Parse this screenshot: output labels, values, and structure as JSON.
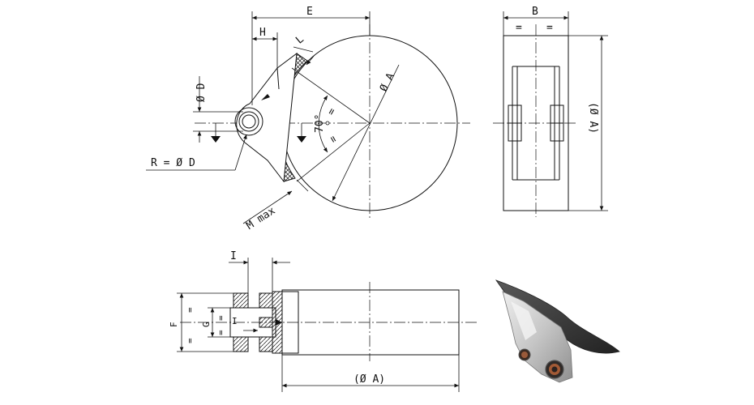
{
  "labels": {
    "E": "E",
    "H": "H",
    "L": "L",
    "phi_a_side": "Ø A",
    "phi_d": "Ø D",
    "r_eq_phi_d": "R = Ø D",
    "angle": "70°",
    "m_max": "M max",
    "eq": "=",
    "B": "B",
    "phi_a_paren_side": "(Ø A)",
    "I_top": "I",
    "I_mid": "I",
    "F": "F",
    "G": "G",
    "phi_a_paren_bottom": "(Ø A)"
  },
  "colors": {
    "line": "#111111",
    "photo_metal": "#c9c9c9",
    "photo_blade": "#3a3a3a",
    "hatch": "#111111"
  }
}
